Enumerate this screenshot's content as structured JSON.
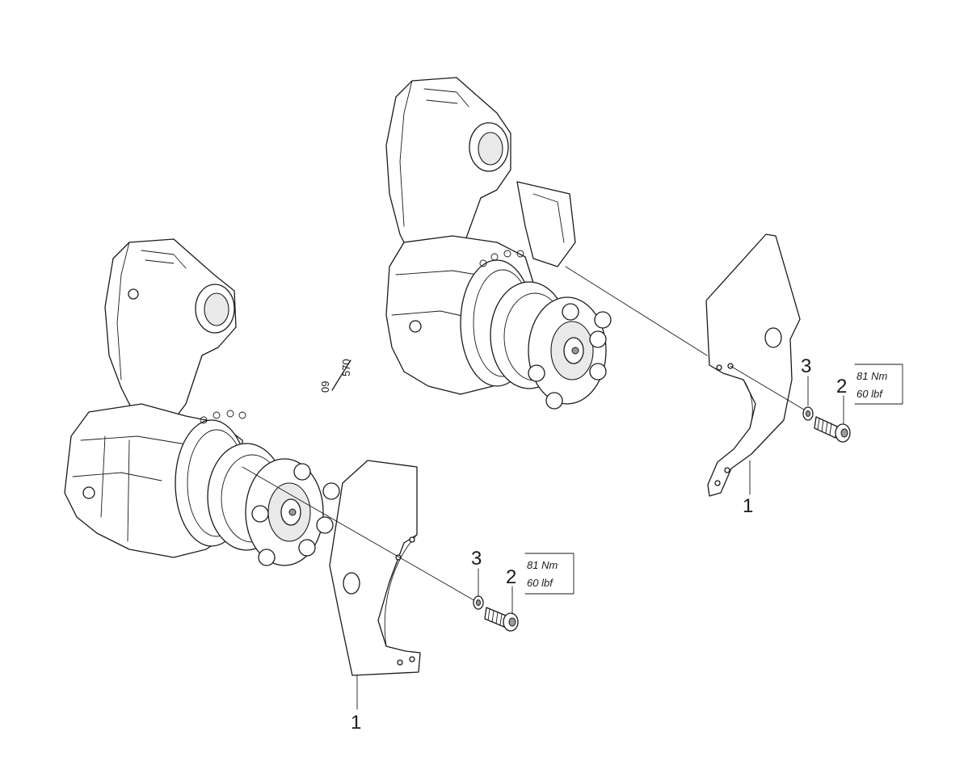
{
  "reference": {
    "top": "09",
    "bottom": "570"
  },
  "callouts": {
    "plate": "1",
    "screw": "2",
    "washer": "3"
  },
  "torque": {
    "metric": "81 Nm",
    "imperial": "60 lbf"
  }
}
